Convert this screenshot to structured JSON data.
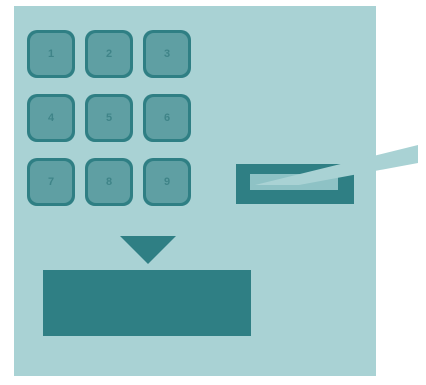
{
  "keypad": {
    "keys": [
      {
        "label": "1"
      },
      {
        "label": "2"
      },
      {
        "label": "3"
      },
      {
        "label": "4"
      },
      {
        "label": "5"
      },
      {
        "label": "6"
      },
      {
        "label": "7"
      },
      {
        "label": "8"
      },
      {
        "label": "9"
      }
    ]
  },
  "colors": {
    "background": "#ffffff",
    "panel": "#a9d2d4",
    "accent_dark": "#2f7f84",
    "key_face": "#5f9fa3",
    "card": "#a9d2d4"
  },
  "icons": {
    "arrow": "down-triangle",
    "card": "card-icon"
  }
}
